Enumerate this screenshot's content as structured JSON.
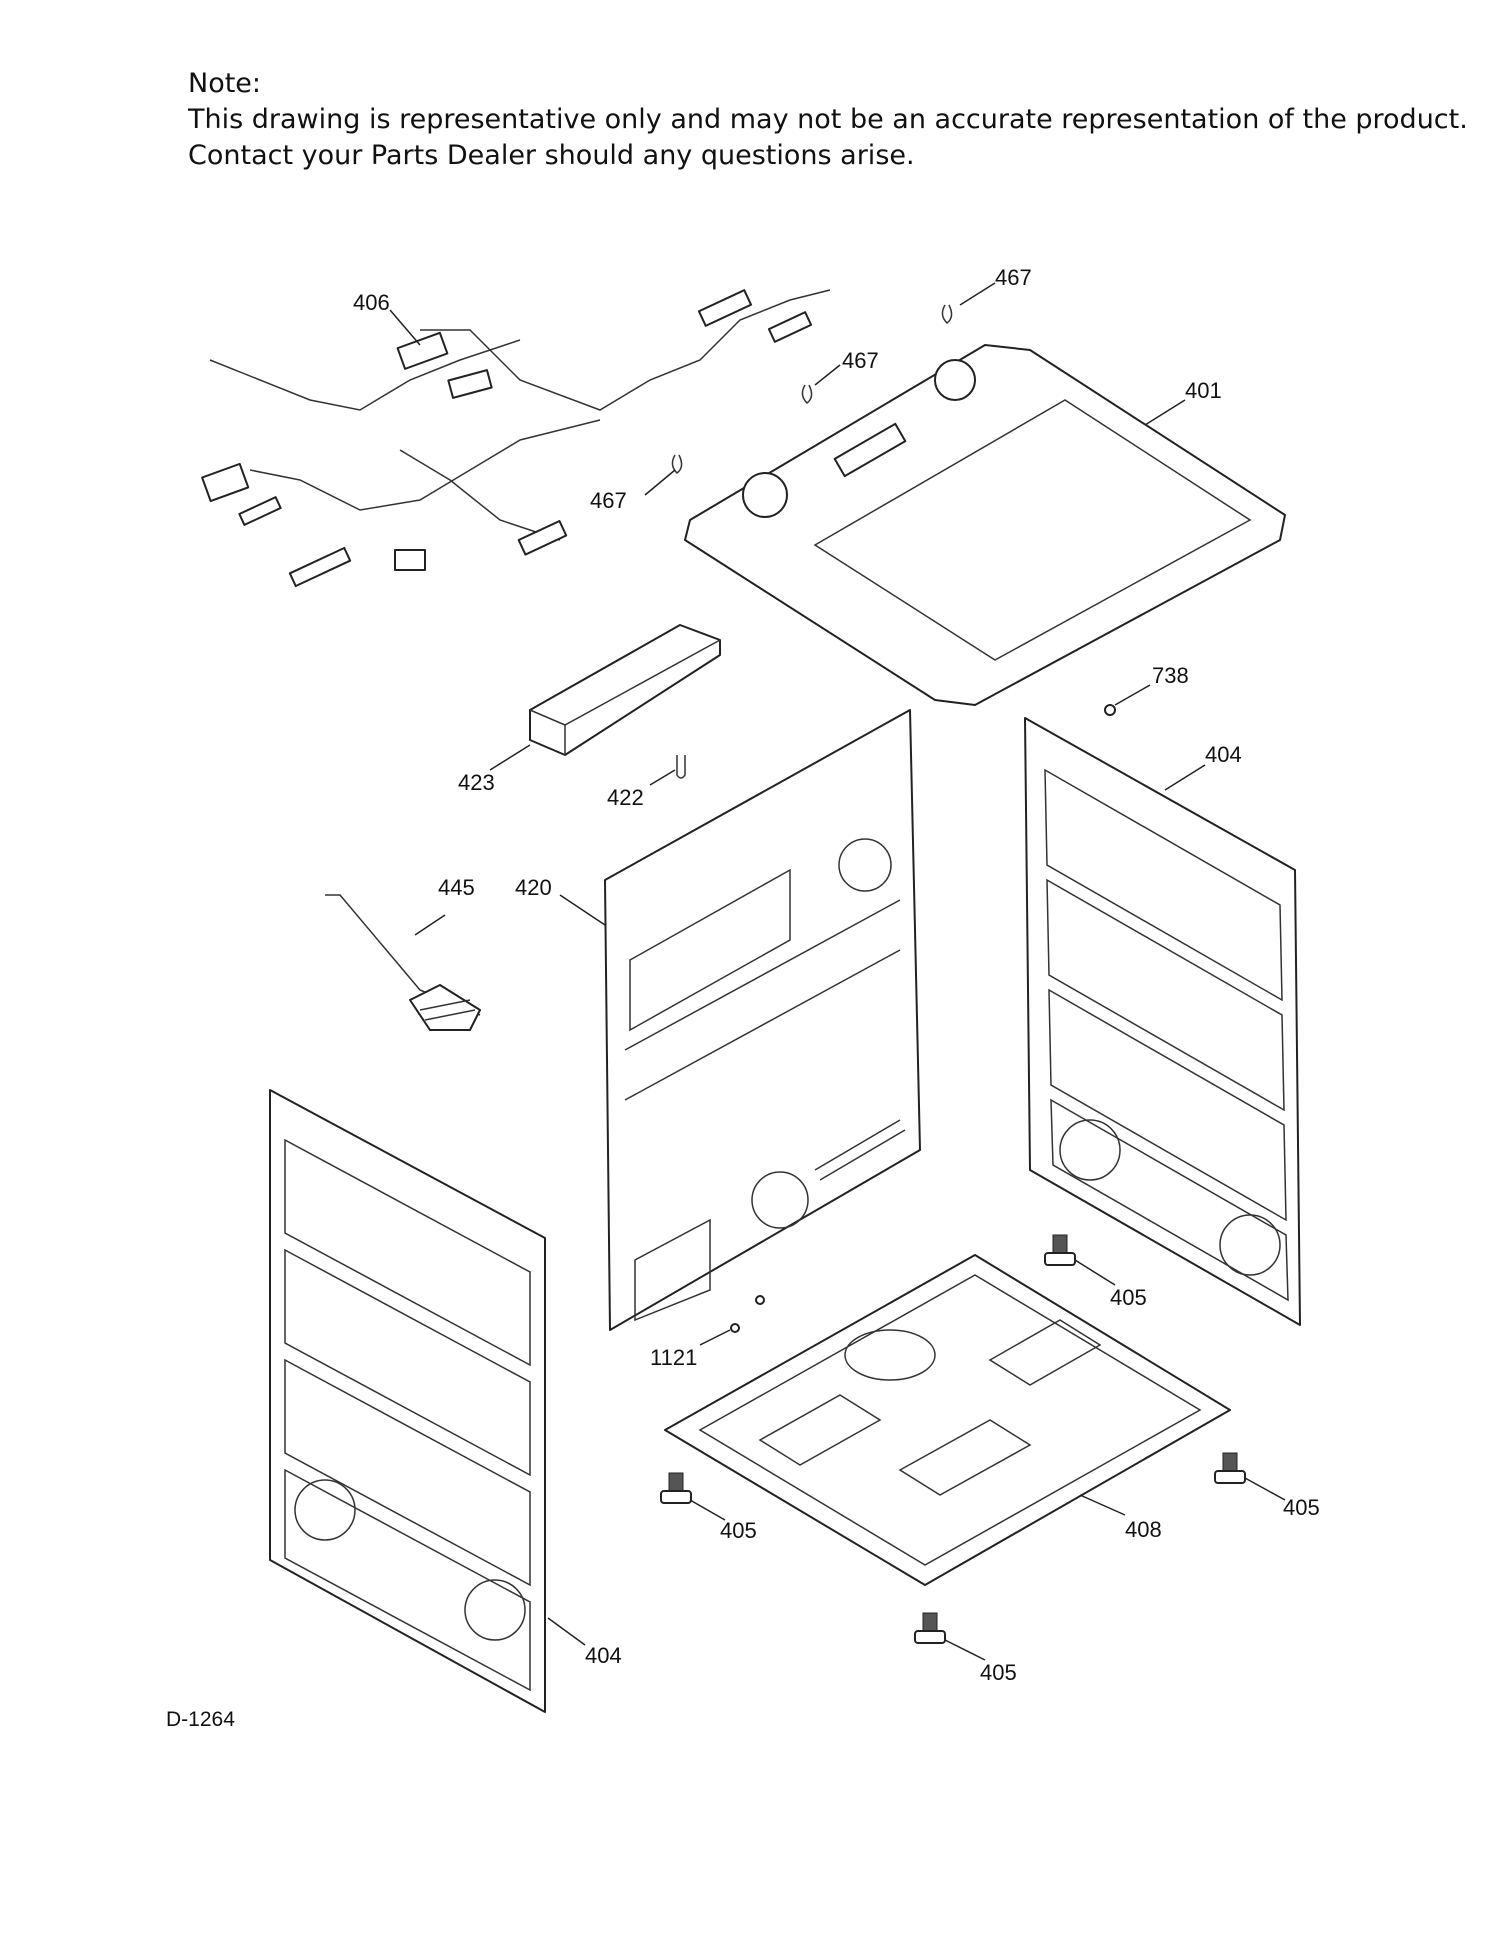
{
  "note": {
    "title": "Note:",
    "line1": "This drawing is representative only and may not be an accurate representation of the product.",
    "line2": "Contact your Parts Dealer should any questions arise."
  },
  "diagram_id": "D-1264",
  "callouts": {
    "wire_harness": "406",
    "clip_top": "467",
    "clip_mid": "467",
    "clip_left": "467",
    "cooktop": "401",
    "screw": "738",
    "heat_shield": "423",
    "spring": "422",
    "side_panel_right": "404",
    "element": "445",
    "oven_body": "420",
    "leveler_right_upper": "405",
    "screws_bottom": "1121",
    "leveler_left": "405",
    "base": "408",
    "leveler_right": "405",
    "leveler_bottom": "405",
    "side_panel_left": "404"
  }
}
